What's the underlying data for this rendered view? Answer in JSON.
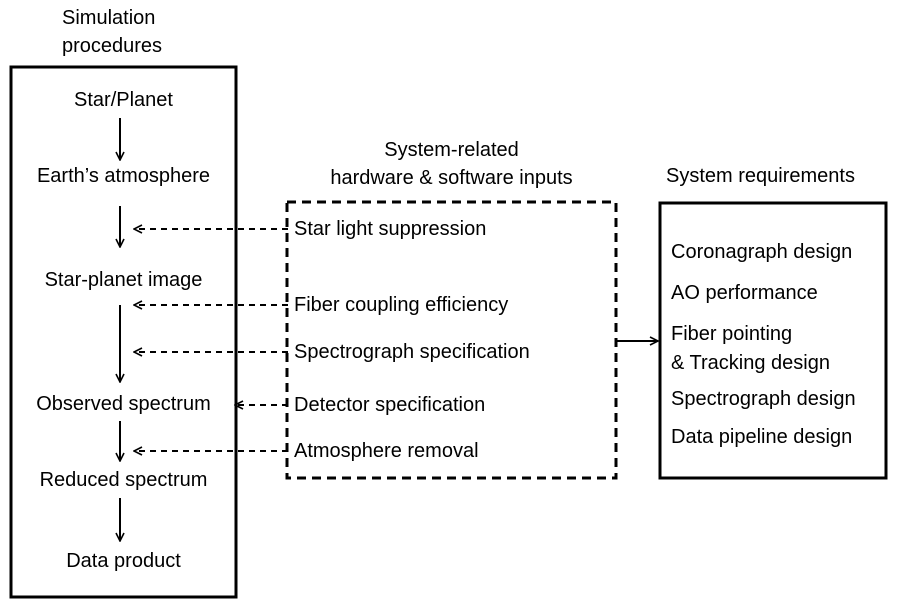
{
  "simulation": {
    "title_line1": "Simulation",
    "title_line2": "procedures",
    "steps": [
      "Star/Planet",
      "Earth’s atmosphere",
      "Star-planet image",
      "Observed spectrum",
      "Reduced spectrum",
      "Data product"
    ]
  },
  "inputs": {
    "title_line1": "System-related",
    "title_line2": "hardware & software inputs",
    "items": [
      "Star light suppression",
      "Fiber coupling efficiency",
      "Spectrograph specification",
      "Detector specification",
      "Atmosphere removal"
    ]
  },
  "requirements": {
    "title": "System requirements",
    "items": [
      "Coronagraph design",
      "AO performance",
      "Fiber pointing",
      "& Tracking design",
      "Spectrograph design",
      "Data pipeline design"
    ]
  }
}
